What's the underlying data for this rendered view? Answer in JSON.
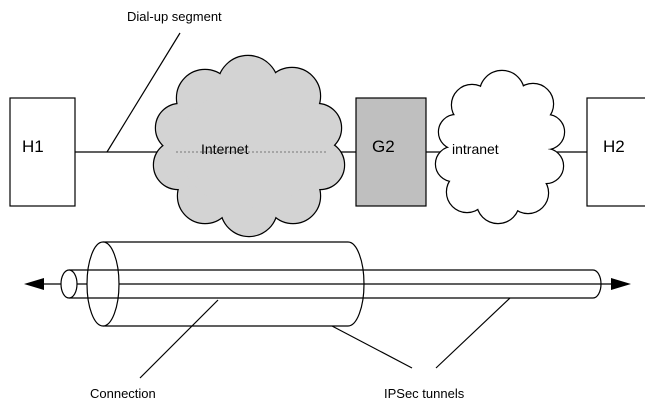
{
  "labels": {
    "dialup": "Dial-up segment",
    "h1": "H1",
    "internet": "Internet",
    "g2": "G2",
    "intranet": "intranet",
    "h2": "H2",
    "connection": "Connection",
    "ipsec": "IPSec tunnels"
  },
  "colors": {
    "internet_cloud": "#d3d3d3",
    "g2_box": "#bfbfbf",
    "stroke": "#000000"
  }
}
